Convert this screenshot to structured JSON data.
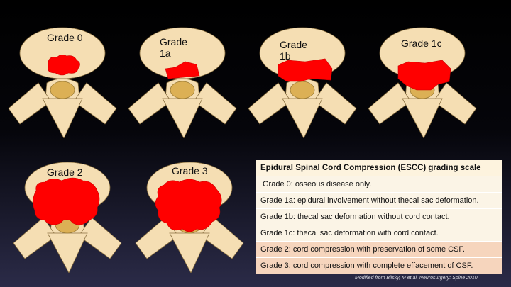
{
  "colors": {
    "bone": "#f5deb3",
    "canal": "#dcb055",
    "tumor": "#ff0000",
    "outline": "#8a7040"
  },
  "grades": [
    {
      "label": "Grade 0"
    },
    {
      "label": "Grade 1a"
    },
    {
      "label": "Grade 1b"
    },
    {
      "label": "Grade 1c"
    },
    {
      "label": "Grade 2"
    },
    {
      "label": "Grade 3"
    }
  ],
  "scale": {
    "title": "Epidural Spinal Cord Compression (ESCC) grading scale",
    "rows": [
      "Grade 0: osseous disease only.",
      "Grade 1a: epidural involvement without thecal sac deformation.",
      "Grade 1b: thecal sac deformation without cord contact.",
      "Grade 1c: thecal sac deformation with cord contact.",
      "Grade 2: cord compression with preservation of some CSF.",
      "Grade 3: cord compression with complete effacement of CSF."
    ]
  },
  "credit": "Modified from Bilsky, M et al. Neurosurgery: Spine 2010."
}
